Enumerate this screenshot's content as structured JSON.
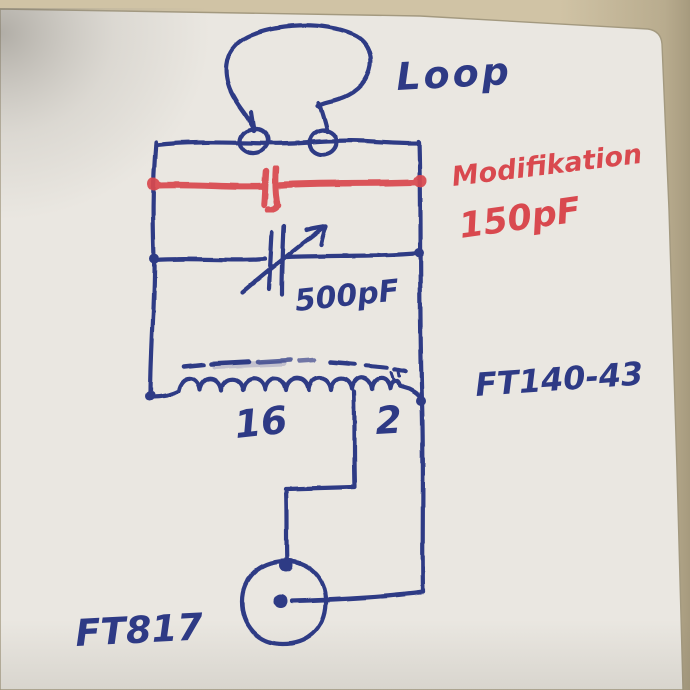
{
  "photo": {
    "labels": {
      "loop": "Loop",
      "modification_title": "Modifikation",
      "modification_value": "150pF",
      "tuning_capacitor_value": "500pF",
      "core_type": "FT140-43",
      "primary_turns": "16",
      "secondary_turns": "2",
      "radio": "FT817"
    },
    "colors": {
      "ink_blue": "#2e3a85",
      "ink_red": "#d9494f",
      "paper": "#eae7e1",
      "backdrop": "#d0c3a5"
    }
  }
}
